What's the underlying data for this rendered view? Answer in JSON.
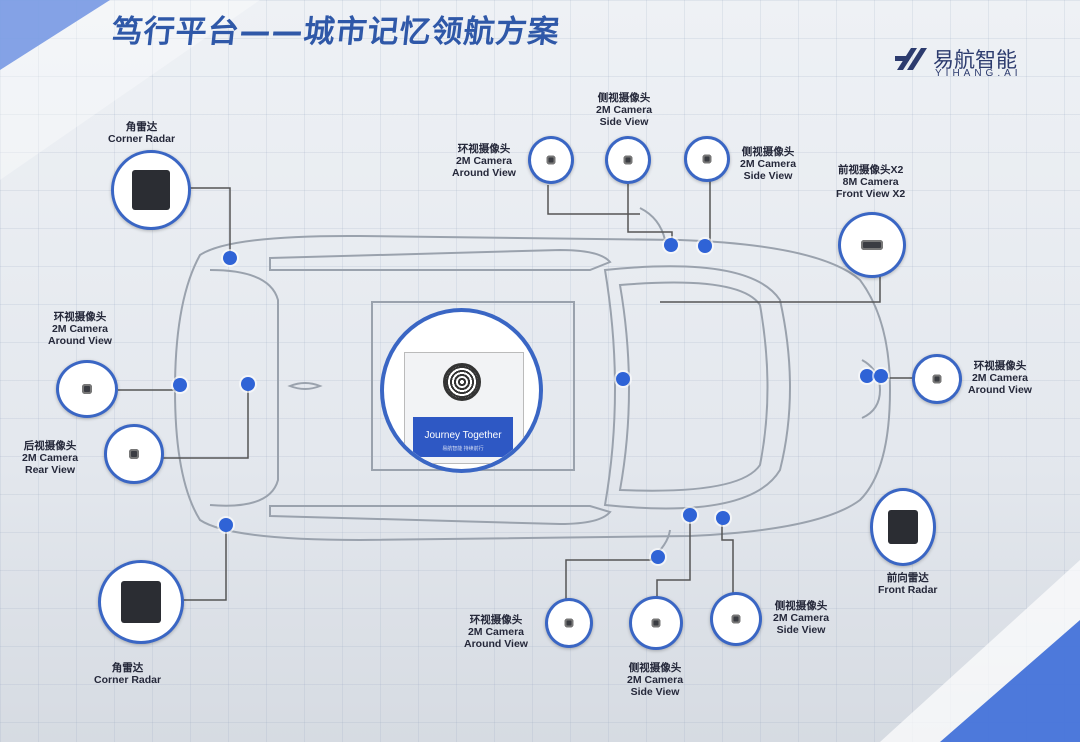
{
  "title": "笃行平台——城市记忆领航方案",
  "brand": {
    "name_cn": "易航智能",
    "name_en": "YIHANG.AI"
  },
  "center_device": {
    "banner_text": "Journey Together",
    "banner_sub": "易航智能 持续前行"
  },
  "sensors": {
    "corner_radar_rear_top": {
      "lines": [
        "角雷达",
        "Corner  Radar"
      ]
    },
    "around_view_left": {
      "lines": [
        "环视摄像头",
        "2M Camera",
        "Around View"
      ]
    },
    "rear_view": {
      "lines": [
        "后视摄像头",
        "2M Camera",
        "Rear View"
      ]
    },
    "corner_radar_rear_bottom": {
      "lines": [
        "角雷达",
        "Corner  Radar"
      ]
    },
    "around_view_top": {
      "lines": [
        "环视摄像头",
        "2M Camera",
        "Around View"
      ]
    },
    "side_view_top_1": {
      "lines": [
        "侧视摄像头",
        "2M Camera",
        "Side View"
      ]
    },
    "side_view_top_2": {
      "lines": [
        "侧视摄像头",
        "2M Camera",
        "Side View"
      ]
    },
    "front_view": {
      "lines": [
        "前视摄像头X2",
        "8M Camera",
        "Front View X2"
      ]
    },
    "around_view_right": {
      "lines": [
        "环视摄像头",
        "2M Camera",
        "Around View"
      ]
    },
    "front_radar": {
      "lines": [
        "前向雷达",
        "Front  Radar"
      ]
    },
    "around_view_bottom": {
      "lines": [
        "环视摄像头",
        "2M Camera",
        "Around View"
      ]
    },
    "side_view_bottom_1": {
      "lines": [
        "侧视摄像头",
        "2M Camera",
        "Side View"
      ]
    },
    "side_view_bottom_2": {
      "lines": [
        "侧视摄像头",
        "2M Camera",
        "Side View"
      ]
    }
  },
  "colors": {
    "accent": "#3a66c4",
    "title": "#2f58a8",
    "dot": "#2f63d6"
  },
  "icons": [
    "corner-radar-icon",
    "camera-icon",
    "front-radar-icon",
    "fan-icon",
    "brand-logo-icon"
  ]
}
